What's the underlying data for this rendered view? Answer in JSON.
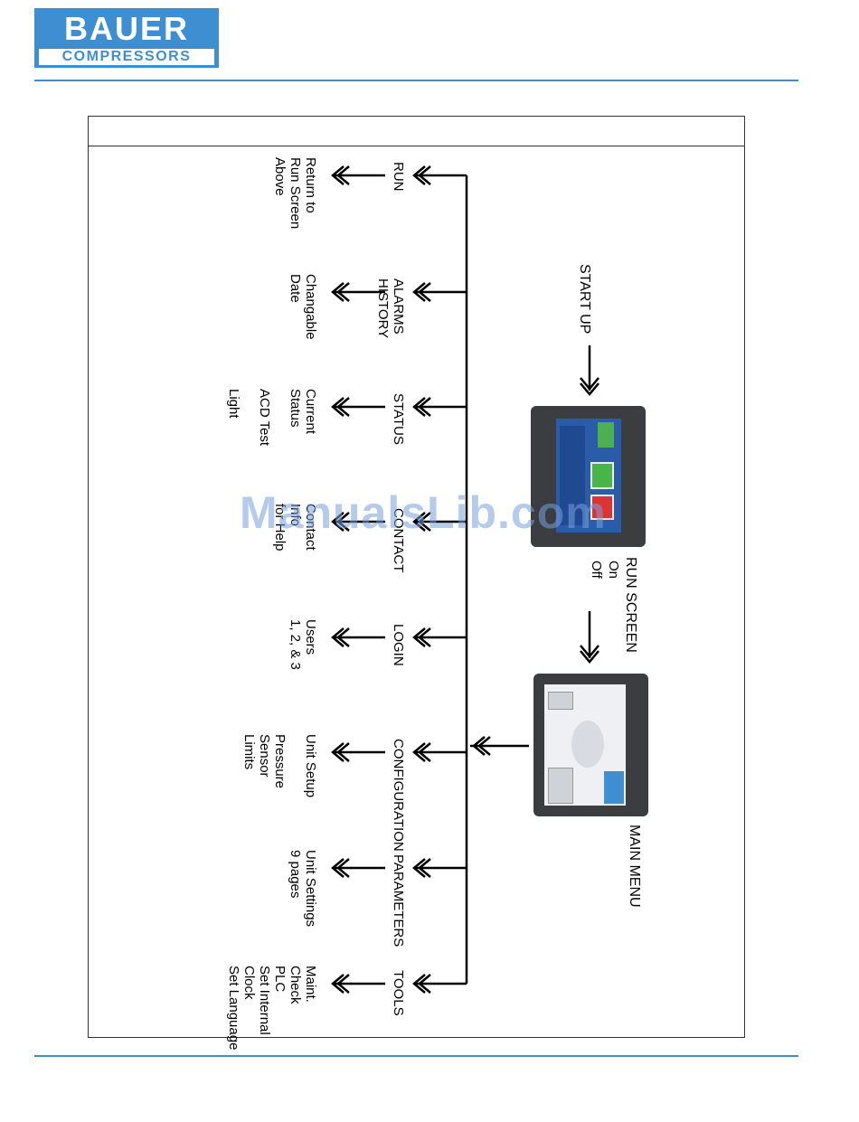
{
  "logo": {
    "brand": "BAUER",
    "sub": "COMPRESSORS"
  },
  "diagram": {
    "start_up": "START UP",
    "run_screen": "RUN SCREEN",
    "run_on": "On",
    "run_off": "Off",
    "main_menu": "MAIN MENU",
    "branches": [
      {
        "label": "RUN",
        "desc": "Return to\nRun Screen\nAbove"
      },
      {
        "label": "ALARMS\nHISTORY",
        "desc": "Changable\nDate"
      },
      {
        "label": "STATUS",
        "desc": "Current\nStatus\n\nACD Test\n\nLight"
      },
      {
        "label": "CONTACT",
        "desc": "Contact\nInfo\nfor Help"
      },
      {
        "label": "LOGIN",
        "desc": "Users\n1, 2, & 3"
      },
      {
        "label": "CONFIGURATION",
        "desc": "Unit Setup\n\nPressure\nSensor\nLimits"
      },
      {
        "label": "PARAMETERS",
        "desc": "Unit Settings\n9 pages"
      },
      {
        "label": "TOOLS",
        "desc": "Maint.\nCheck\nPLC\nSet Internal\nClock\nSet Language"
      }
    ]
  },
  "watermark": "ManualsLib.com"
}
